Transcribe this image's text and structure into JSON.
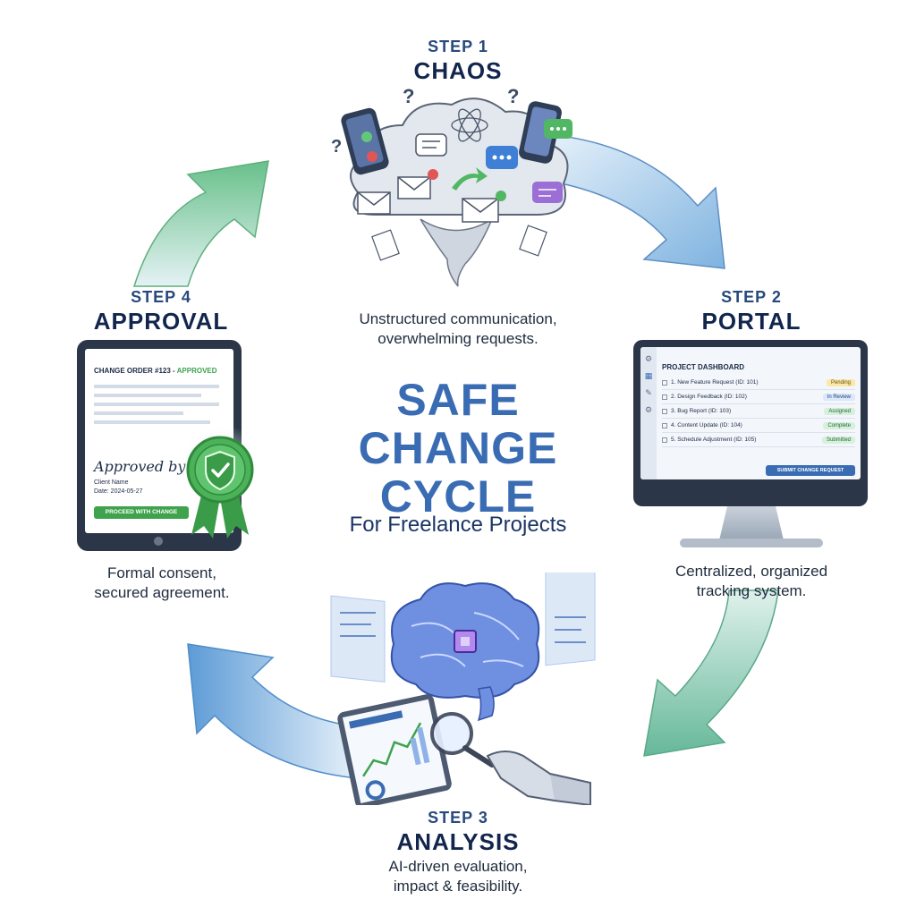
{
  "center": {
    "title_line1": "SAFE",
    "title_line2": "CHANGE",
    "title_line3": "CYCLE",
    "subtitle": "For Freelance Projects"
  },
  "steps": [
    {
      "number": "STEP 1",
      "title": "CHAOS",
      "desc_line1": "Unstructured communication,",
      "desc_line2": "overwhelming requests."
    },
    {
      "number": "STEP 2",
      "title": "PORTAL",
      "desc_line1": "Centralized, organized",
      "desc_line2": "tracking system."
    },
    {
      "number": "STEP 3",
      "title": "ANALYSIS",
      "desc_line1": "AI-driven evaluation,",
      "desc_line2": "impact & feasibility."
    },
    {
      "number": "STEP 4",
      "title": "APPROVAL",
      "desc_line1": "Formal consent,",
      "desc_line2": "secured agreement."
    }
  ],
  "dashboard": {
    "title": "PROJECT DASHBOARD",
    "rows": [
      {
        "label": "1. New Feature Request (ID: 101)",
        "status": "Pending",
        "color": "#f2c94c"
      },
      {
        "label": "2. Design Feedback (ID: 102)",
        "status": "In Review",
        "color": "#8fb3e8"
      },
      {
        "label": "3. Bug Report (ID: 103)",
        "status": "Assigned",
        "color": "#7cc98a"
      },
      {
        "label": "4. Content Update (ID: 104)",
        "status": "Complete",
        "color": "#7cc98a"
      },
      {
        "label": "5. Schedule Adjustment (ID: 105)",
        "status": "Submitted",
        "color": "#7cc98a"
      }
    ],
    "submit_label": "SUBMIT CHANGE REQUEST"
  },
  "approval_doc": {
    "header": "CHANGE ORDER #123 - ",
    "header_status": "APPROVED",
    "signature": "Approved by:",
    "client": "Client Name",
    "date": "Date: 2024-05-27",
    "button": "PROCEED WITH CHANGE"
  },
  "colors": {
    "accent_blue": "#3a6cb3",
    "dark_navy": "#12254d",
    "approve_green": "#3fa34d"
  }
}
